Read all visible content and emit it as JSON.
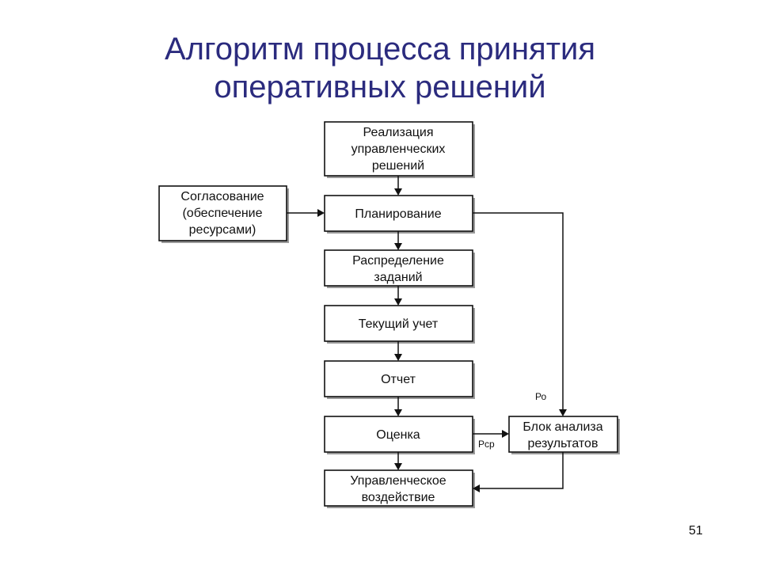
{
  "title": {
    "line1": "Алгоритм процесса принятия",
    "line2": "оперативных решений"
  },
  "nodes": {
    "realization": [
      "Реализация",
      "управленческих",
      "решений"
    ],
    "coordination": [
      "Согласование",
      "(обеспечение",
      "ресурсами)"
    ],
    "planning": [
      "Планирование"
    ],
    "distribution": [
      "Распределение",
      "заданий"
    ],
    "current": [
      "Текущий учет"
    ],
    "report": [
      "Отчет"
    ],
    "evaluation": [
      "Оценка"
    ],
    "analysis": [
      "Блок анализа",
      "результатов"
    ],
    "influence": [
      "Управленческое",
      "воздействие"
    ]
  },
  "edge_labels": {
    "po": "Ро",
    "pcp": "Рср"
  },
  "page_number": "51"
}
